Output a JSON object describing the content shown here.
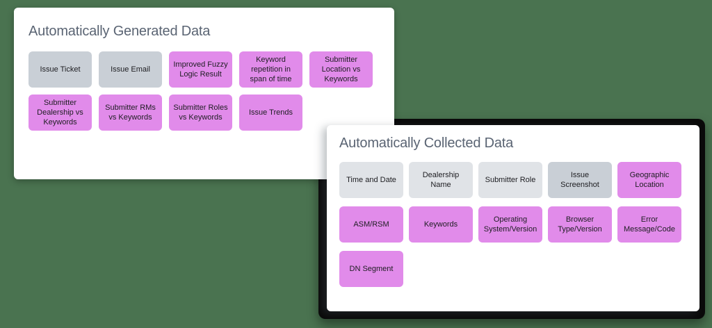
{
  "page": {
    "background": "#4A7350"
  },
  "colors": {
    "purple": "#E18BEA",
    "gray": "#C9CFD6",
    "light_gray": "#E0E3E7",
    "title": "#5A6473",
    "chip_text": "#1D1D21",
    "frame": "#0A0A0A",
    "card": "#FFFFFF"
  },
  "generated_card": {
    "title": "Automatically Generated Data",
    "chips": [
      {
        "label": "Issue Ticket",
        "variant": "gray"
      },
      {
        "label": "Issue Email",
        "variant": "gray"
      },
      {
        "label": "Improved Fuzzy Logic Result",
        "variant": "purple"
      },
      {
        "label": "Keyword repetition in span of time",
        "variant": "purple"
      },
      {
        "label": "Submitter Location vs Keywords",
        "variant": "purple"
      },
      {
        "label": "Submitter Dealership vs Keywords",
        "variant": "purple"
      },
      {
        "label": "Submitter RMs vs Keywords",
        "variant": "purple"
      },
      {
        "label": "Submitter Roles vs Keywords",
        "variant": "purple"
      },
      {
        "label": "Issue Trends",
        "variant": "purple"
      }
    ]
  },
  "collected_card": {
    "title": "Automatically Collected Data",
    "chips": [
      {
        "label": "Time and Date",
        "variant": "light_gray"
      },
      {
        "label": "Dealership Name",
        "variant": "light_gray"
      },
      {
        "label": "Submitter Role",
        "variant": "light_gray"
      },
      {
        "label": "Issue Screenshot",
        "variant": "gray"
      },
      {
        "label": "Geographic Location",
        "variant": "purple"
      },
      {
        "label": "ASM/RSM",
        "variant": "purple"
      },
      {
        "label": "Keywords",
        "variant": "purple"
      },
      {
        "label": "Operating System/Version",
        "variant": "purple"
      },
      {
        "label": "Browser Type/Version",
        "variant": "purple"
      },
      {
        "label": "Error Message/Code",
        "variant": "purple"
      },
      {
        "label": "DN Segment",
        "variant": "purple"
      }
    ]
  }
}
